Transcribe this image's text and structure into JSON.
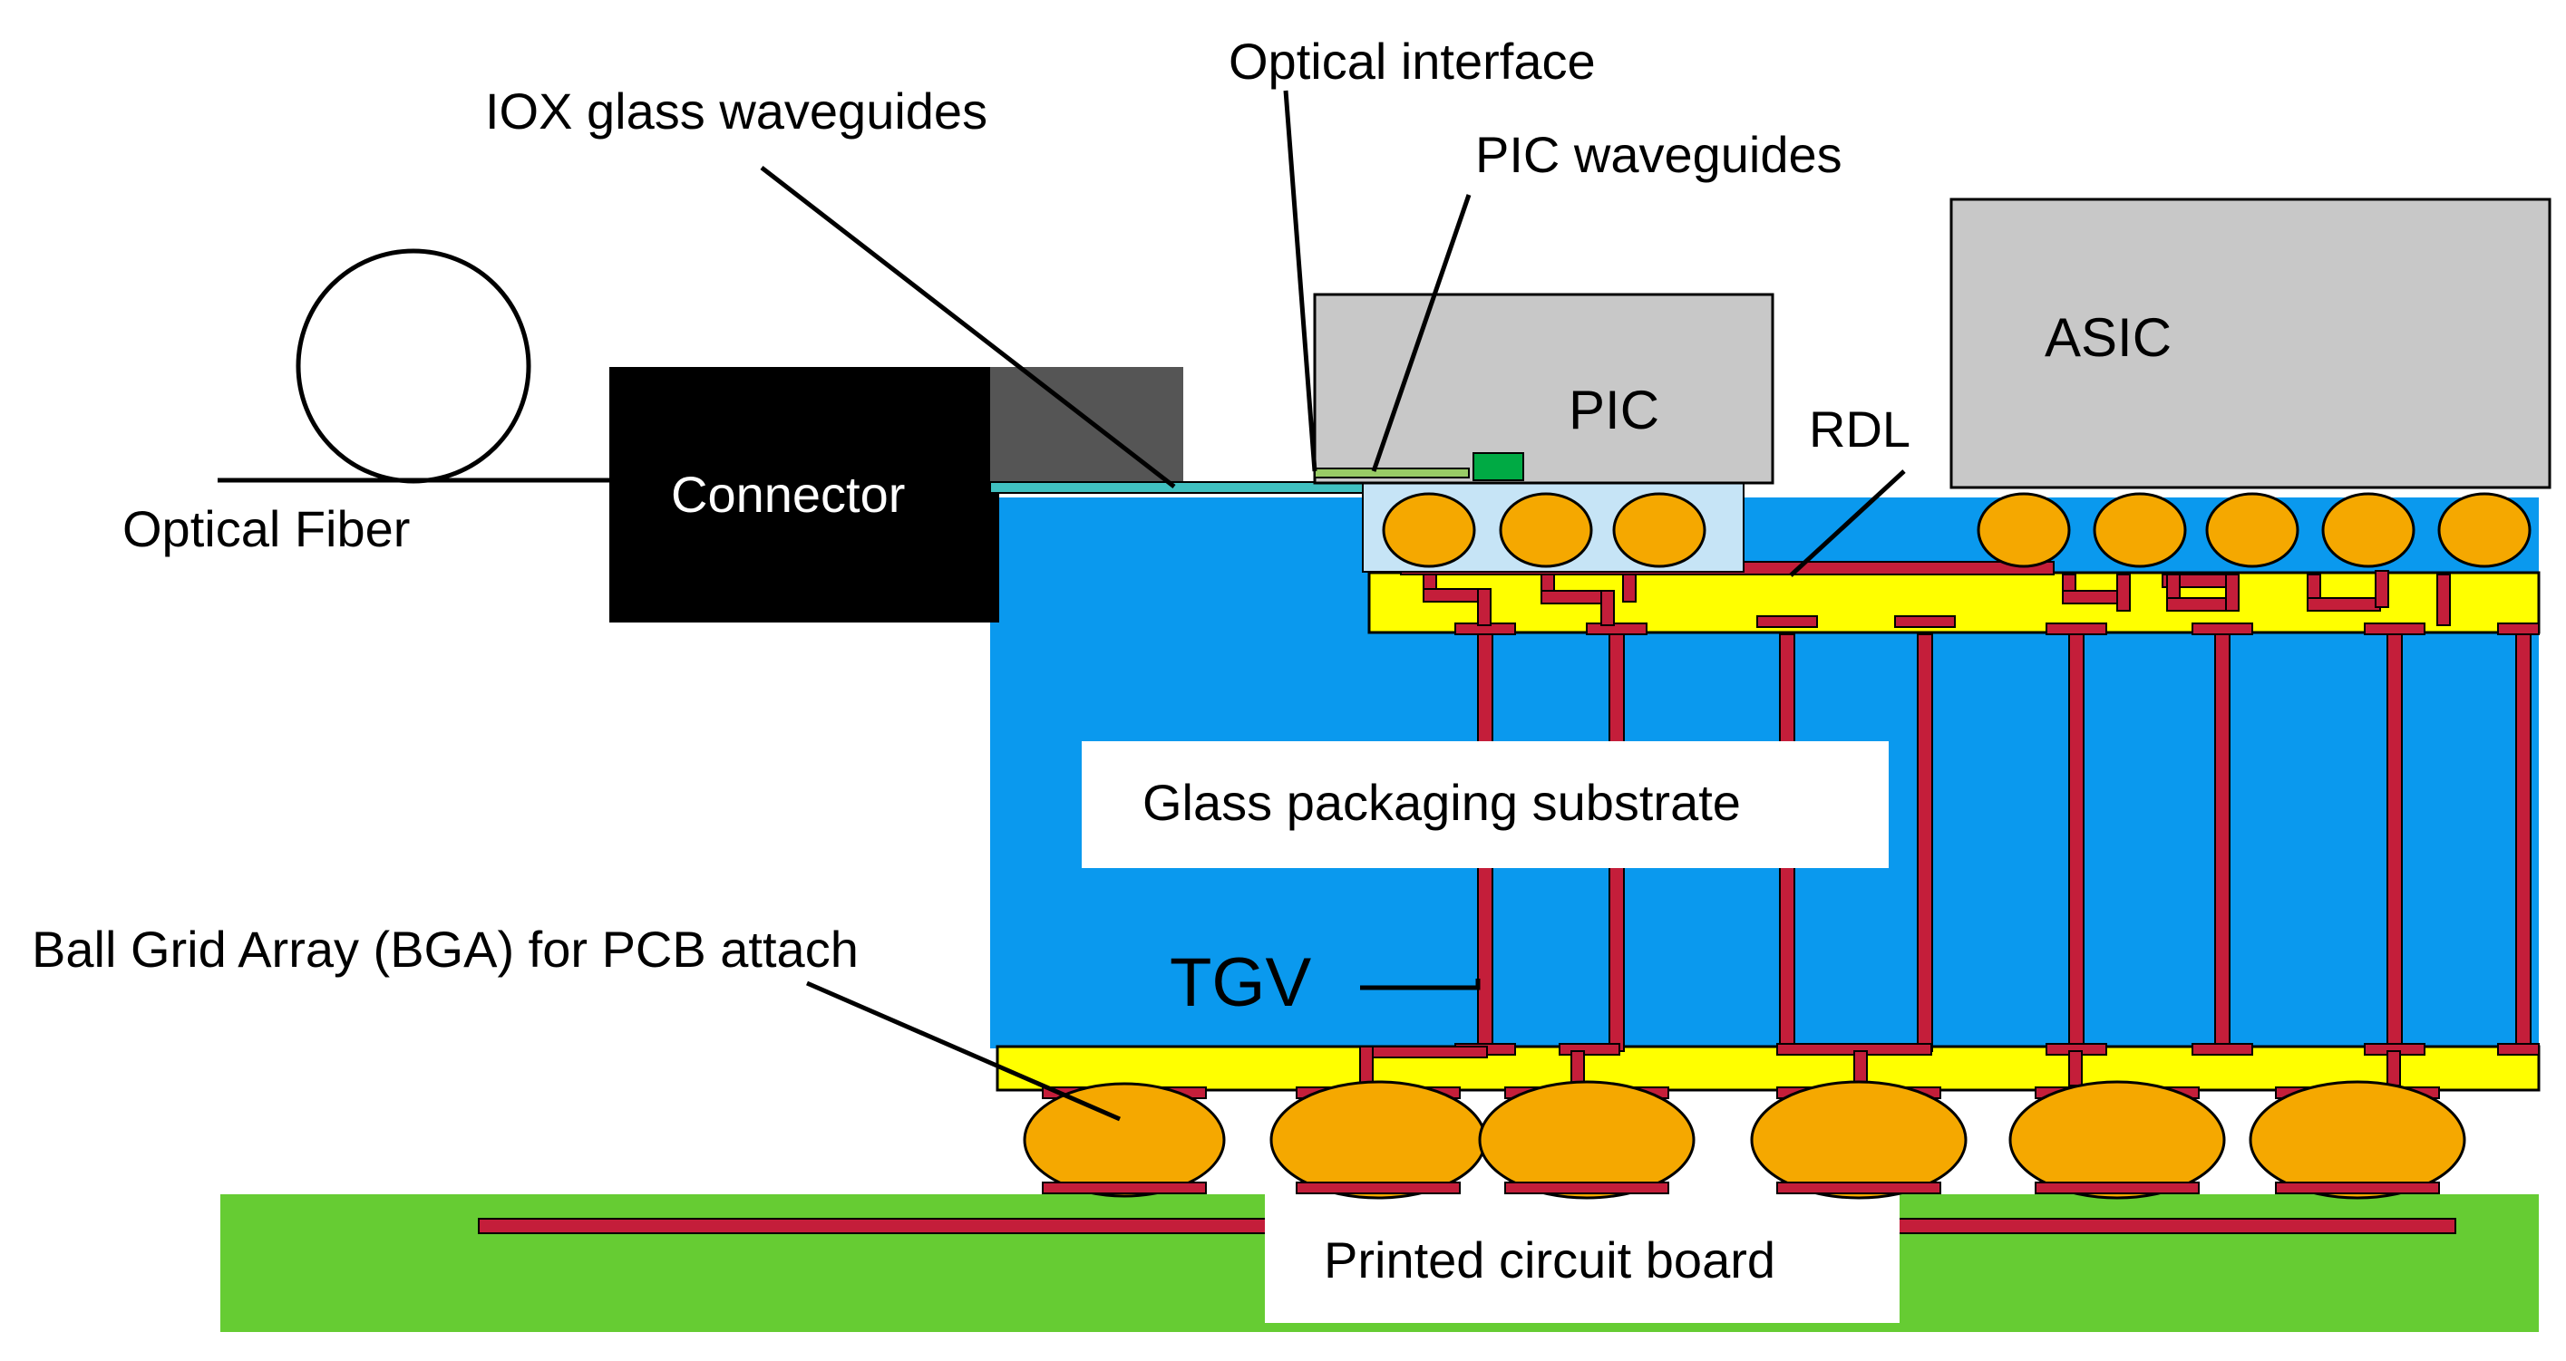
{
  "labels": {
    "optical_interface": "Optical interface",
    "iox_glass_waveguides": "IOX glass waveguides",
    "pic_waveguides": "PIC waveguides",
    "asic": "ASIC",
    "pic": "PIC",
    "rdl": "RDL",
    "connector": "Connector",
    "optical_fiber": "Optical Fiber",
    "glass_packaging_substrate": "Glass packaging substrate",
    "bga_for_pcb_attach": "Ball Grid Array (BGA) for PCB attach",
    "tgv": "TGV",
    "printed_circuit_board": "Printed circuit board"
  },
  "colors": {
    "glass_substrate": "#0a99ee",
    "rdl_layer": "#ffff00",
    "copper_trace": "#c41e3a",
    "solder_ball": "#f5a800",
    "pcb": "#66cc33",
    "chip": "#c8c8c8",
    "connector": "#000000",
    "connector_ferrule": "#555555",
    "underfill": "#c6e4f6",
    "iox_waveguide": "#40c0c0",
    "pic_waveguide": "#99cc66",
    "pic_pad": "#00aa44"
  }
}
